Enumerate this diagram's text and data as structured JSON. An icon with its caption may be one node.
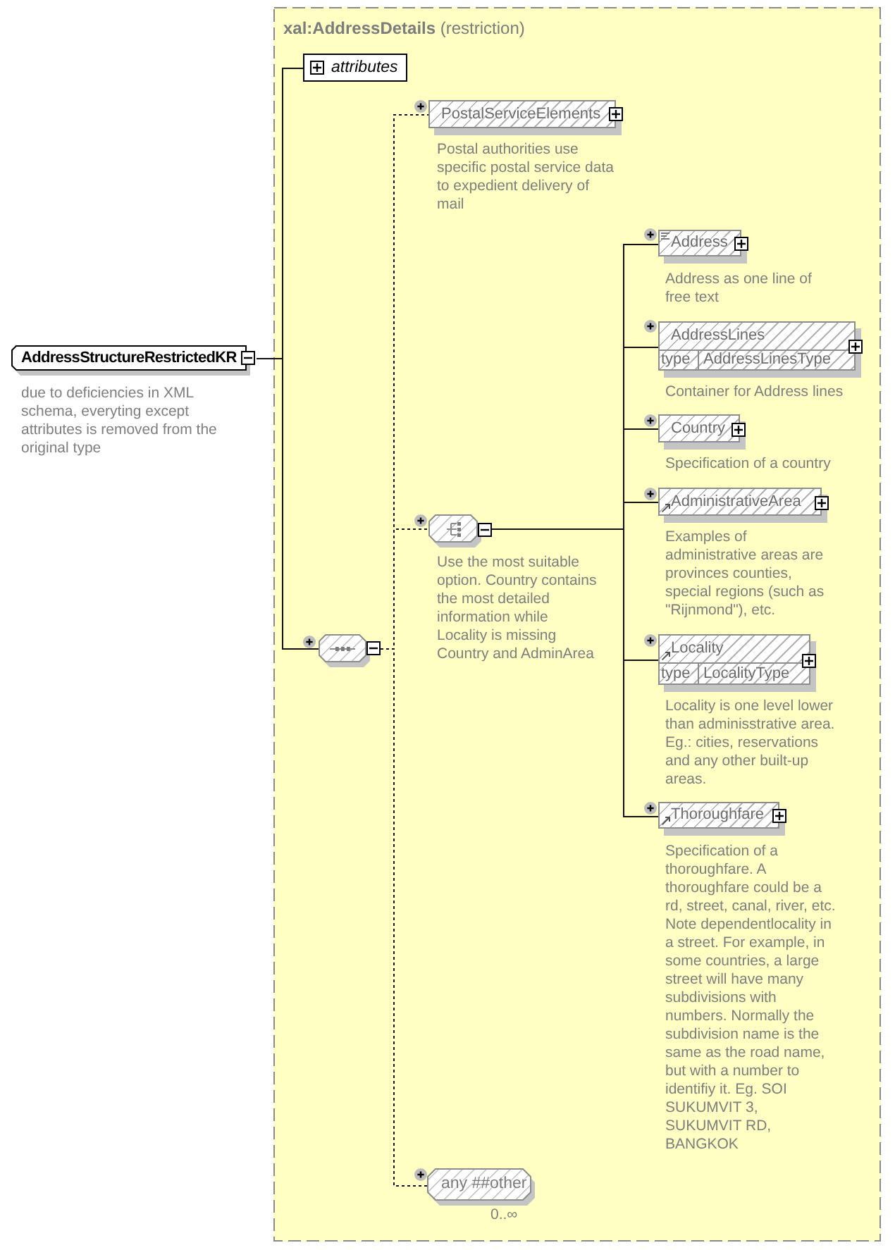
{
  "diagram": {
    "nodes": [
      {
        "text": [
          "**xal:AddressDetails** (restriction)"
        ]
      },
      {
        "text": [
          "AddressStructureRestrictedKR"
        ],
        "beside": [
          "due to deficiencies in XML schema, everyting except attributes is removed from the original type"
        ]
      },
      {
        "text": [
          "attributes"
        ],
        "in": 0
      },
      {
        "text": [],
        "shape": "octagon",
        "in": 0
      },
      {
        "text": [
          "PostalServiceElements"
        ],
        "in": 0,
        "beside": [
          "Postal authorities use specific postal service data to expedient delivery of mail"
        ]
      },
      {
        "text": [],
        "shape": "octagon",
        "in": 0,
        "beside": [
          "Use the most suitable option. Country contains the most detailed information while Locality is missing Country and AdminArea"
        ]
      },
      {
        "text": [
          "Address"
        ],
        "in": 0,
        "beside": [
          "Address as one line of free text"
        ]
      },
      {
        "text": [
          "AddressLines",
          "type",
          "AddressLinesType"
        ],
        "in": 0,
        "beside": [
          "Container for Address lines"
        ]
      },
      {
        "text": [
          "Country"
        ],
        "in": 0,
        "beside": [
          "Specification of a country"
        ]
      },
      {
        "text": [
          "AdministrativeArea"
        ],
        "in": 0,
        "beside": [
          "Examples of administrative areas are provinces counties, special regions (such as \"Rijnmond\"), etc."
        ]
      },
      {
        "text": [
          "Locality",
          "type",
          "LocalityType"
        ],
        "in": 0,
        "beside": [
          "Locality is one level lower than adminisstrative area. Eg.: cities, reservations and any other built-up areas."
        ]
      },
      {
        "text": [
          "Thoroughfare"
        ],
        "in": 0,
        "beside": [
          "Specification of a thoroughfare. A thoroughfare could be a rd, street, canal, river, etc. Note dependentlocality in a street. For example, in some countries, a large street will have many subdivisions with numbers. Normally the subdivision name is the same as the road name, but with a number to identifiy it. Eg. SOI SUKUMVIT 3, SUKUMVIT RD, BANGKOK"
        ]
      },
      {
        "text": [
          "any ##other"
        ],
        "in": 0,
        "beside": [
          "0..∞"
        ]
      }
    ],
    "edges": [
      {
        "from": 1,
        "to": 2,
        "arrow": "none"
      },
      {
        "from": 1,
        "to": 3,
        "arrow": "none"
      },
      {
        "from": 3,
        "to": 4,
        "arrow": "none",
        "style": "dashed"
      },
      {
        "from": 3,
        "to": 5,
        "arrow": "none",
        "style": "dashed"
      },
      {
        "from": 3,
        "to": 12,
        "arrow": "none",
        "style": "dashed"
      },
      {
        "from": 5,
        "to": 6,
        "arrow": "none"
      },
      {
        "from": 5,
        "to": 7,
        "arrow": "none"
      },
      {
        "from": 5,
        "to": 8,
        "arrow": "none"
      },
      {
        "from": 5,
        "to": 9,
        "arrow": "none"
      },
      {
        "from": 5,
        "to": 10,
        "arrow": "none"
      },
      {
        "from": 5,
        "to": 11,
        "arrow": "none"
      }
    ]
  }
}
